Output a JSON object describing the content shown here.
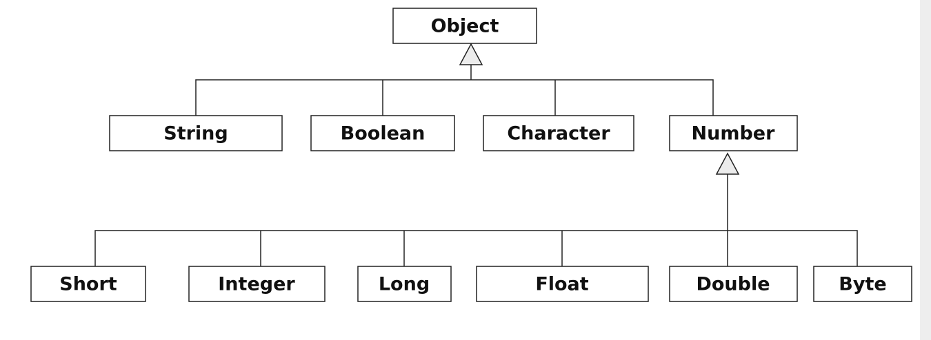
{
  "diagram": {
    "root": {
      "id": "object",
      "label": "Object"
    },
    "level1": [
      {
        "id": "string",
        "label": "String"
      },
      {
        "id": "boolean",
        "label": "Boolean"
      },
      {
        "id": "character",
        "label": "Character"
      },
      {
        "id": "number",
        "label": "Number"
      }
    ],
    "level2": [
      {
        "id": "short",
        "label": "Short"
      },
      {
        "id": "integer",
        "label": "Integer"
      },
      {
        "id": "long",
        "label": "Long"
      },
      {
        "id": "float",
        "label": "Float"
      },
      {
        "id": "double",
        "label": "Double"
      },
      {
        "id": "byte",
        "label": "Byte"
      }
    ],
    "edges": [
      {
        "from": "string",
        "to": "object",
        "kind": "inheritance"
      },
      {
        "from": "boolean",
        "to": "object",
        "kind": "inheritance"
      },
      {
        "from": "character",
        "to": "object",
        "kind": "inheritance"
      },
      {
        "from": "number",
        "to": "object",
        "kind": "inheritance"
      },
      {
        "from": "short",
        "to": "number",
        "kind": "inheritance"
      },
      {
        "from": "integer",
        "to": "number",
        "kind": "inheritance"
      },
      {
        "from": "long",
        "to": "number",
        "kind": "inheritance"
      },
      {
        "from": "float",
        "to": "number",
        "kind": "inheritance"
      },
      {
        "from": "double",
        "to": "number",
        "kind": "inheritance"
      },
      {
        "from": "byte",
        "to": "number",
        "kind": "inheritance"
      }
    ]
  }
}
